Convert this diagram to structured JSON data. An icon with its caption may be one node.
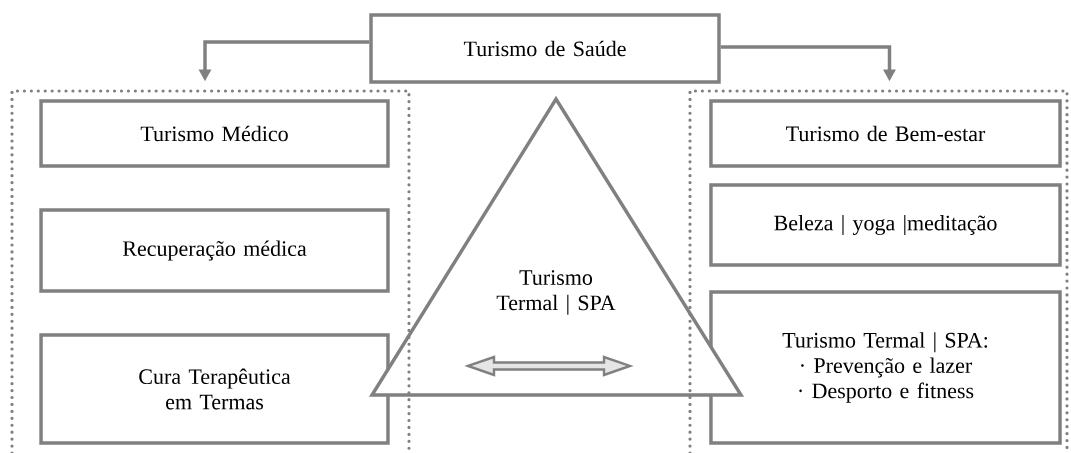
{
  "diagram": {
    "nodes": [
      {
        "text": [
          "Turismo de Saúde"
        ]
      },
      {
        "text": [],
        "shape": "box"
      },
      {
        "text": [
          "Turismo Médico"
        ],
        "in": 1
      },
      {
        "text": [
          "Recuperação médica"
        ],
        "in": 1
      },
      {
        "text": [
          "Cura Terapêutica em Termas"
        ],
        "in": 1
      },
      {
        "text": [
          "Turismo Termal | SPA"
        ]
      },
      {
        "text": [],
        "shape": "box"
      },
      {
        "text": [
          "Turismo de Bem-estar"
        ],
        "in": 6
      },
      {
        "text": [
          "Beleza | yoga |meditação"
        ],
        "in": 6
      },
      {
        "text": [
          "Turismo Termal | SPA:",
          "· Prevenção e lazer",
          "· Desporto e fitness"
        ],
        "in": 6
      }
    ],
    "edges": [
      {
        "from": 0,
        "to": 1,
        "arrow": "to"
      },
      {
        "from": 0,
        "to": 6,
        "arrow": "to"
      }
    ]
  }
}
